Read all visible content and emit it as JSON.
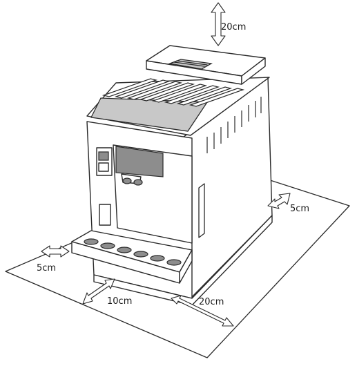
{
  "labels": {
    "top_clearance": "20cm",
    "right_clearance": "5cm",
    "left_clearance": "5cm",
    "front_clearance": "10cm",
    "right_front_clearance": "20cm"
  }
}
